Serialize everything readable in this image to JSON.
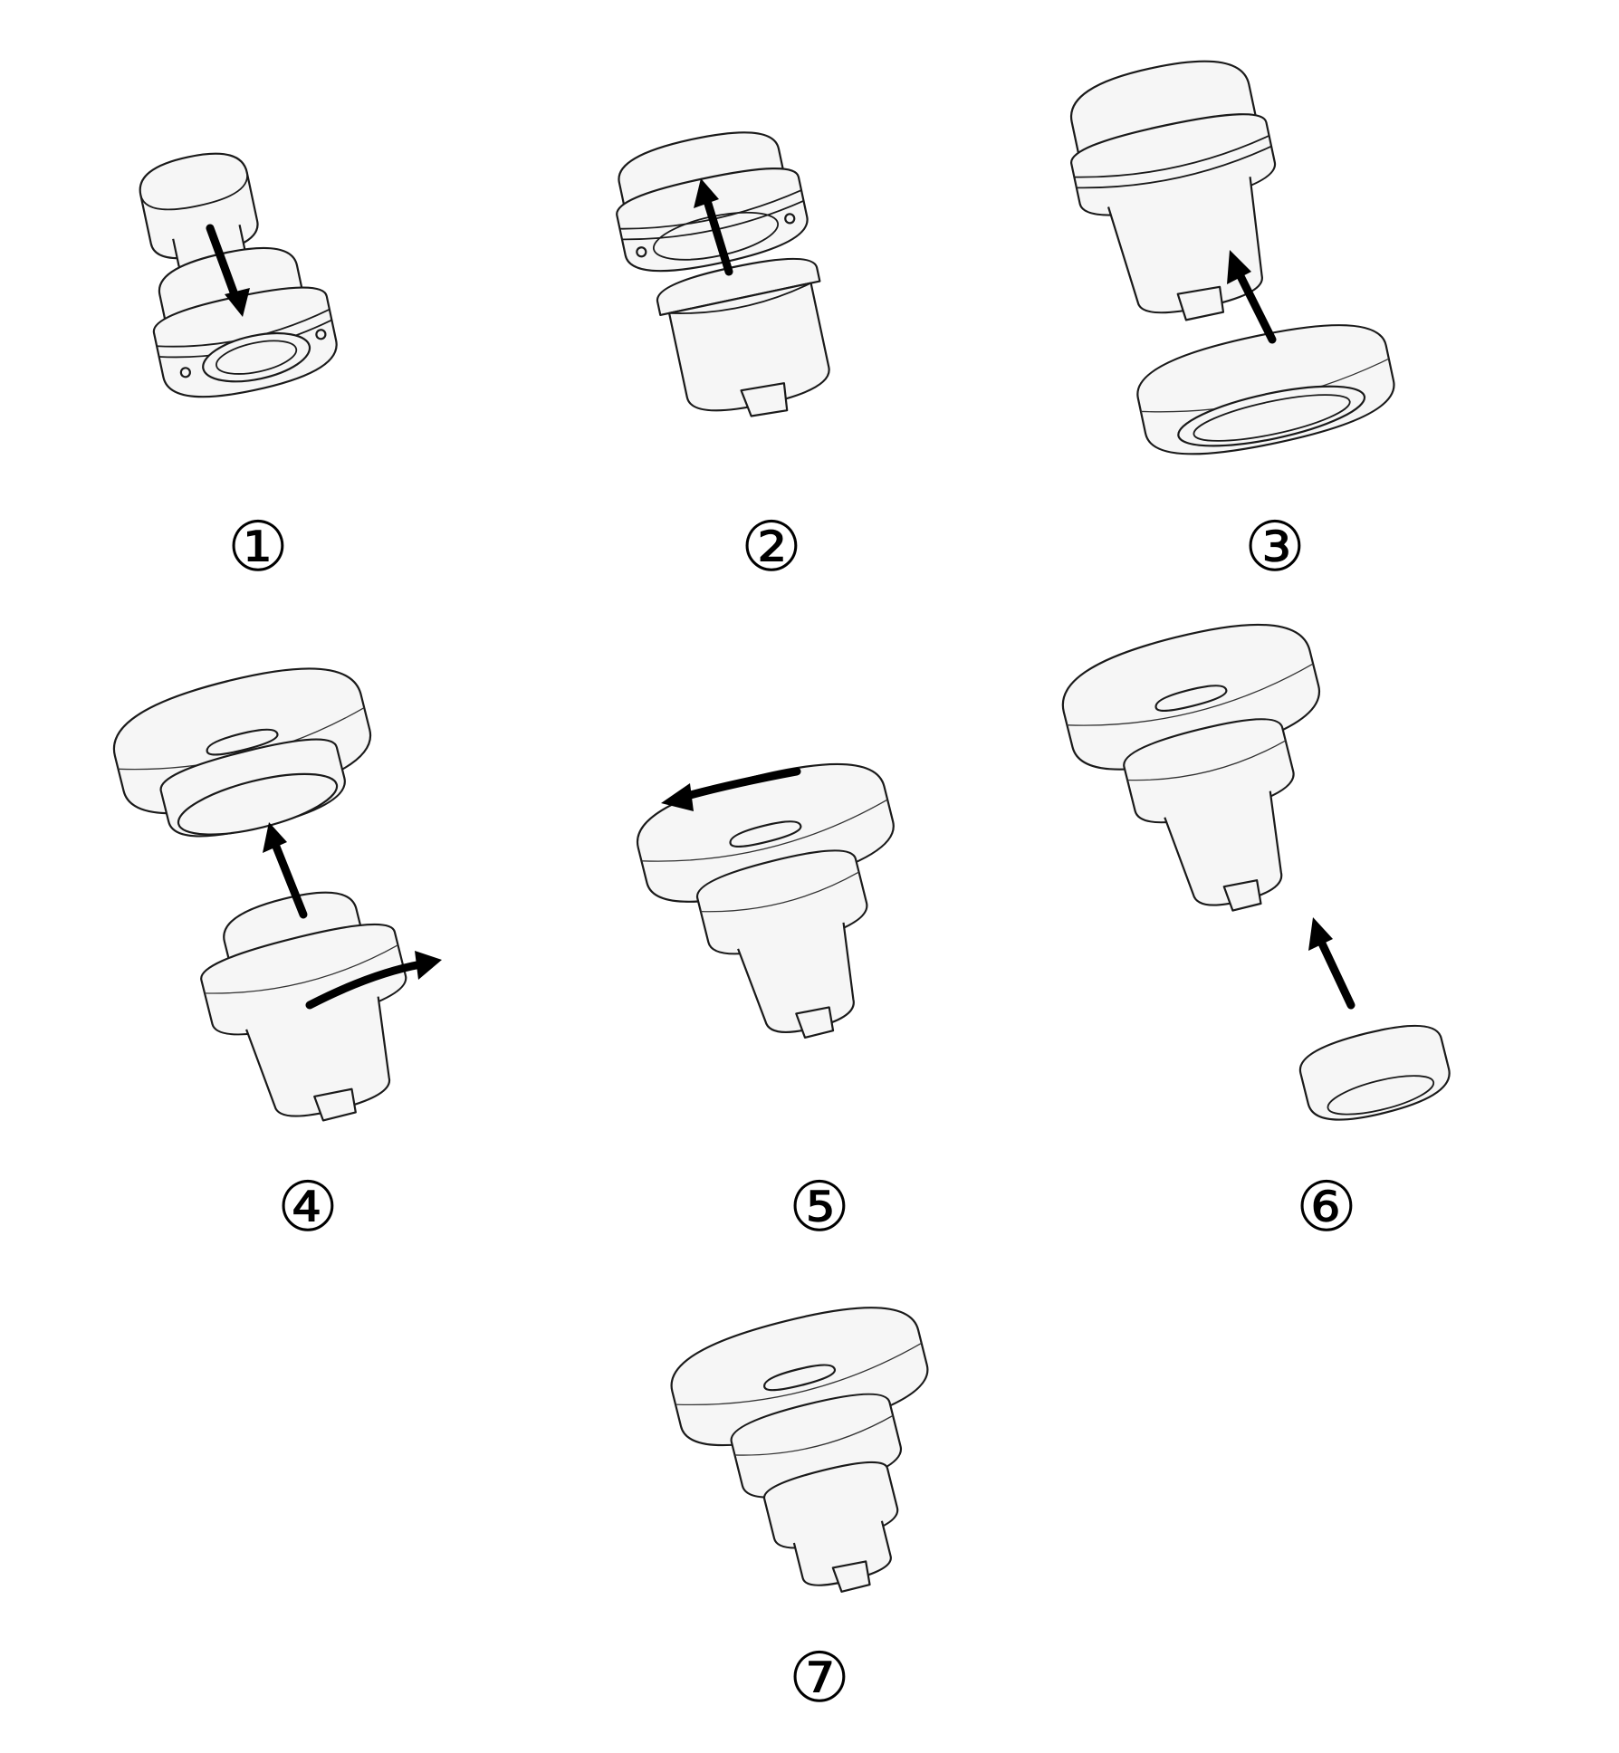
{
  "figure": {
    "steps": [
      {
        "label": "①",
        "arrow": "down",
        "parts": [
          "upper-cylinder",
          "threaded-base"
        ]
      },
      {
        "label": "②",
        "arrow": "up",
        "parts": [
          "threaded-ring",
          "stepped-body"
        ]
      },
      {
        "label": "③",
        "arrow": "up",
        "parts": [
          "threaded-body",
          "knurled-ring"
        ]
      },
      {
        "label": "④",
        "arrow": "up-and-rotate",
        "parts": [
          "knurled-flange",
          "body-with-knurled-ring"
        ]
      },
      {
        "label": "⑤",
        "arrow": "rotate",
        "parts": [
          "assembled-unit"
        ]
      },
      {
        "label": "⑥",
        "arrow": "up",
        "parts": [
          "assembled-unit",
          "end-cap"
        ]
      },
      {
        "label": "⑦",
        "arrow": "none",
        "parts": [
          "final-assembly"
        ]
      }
    ]
  },
  "colors": {
    "line": "#1a1a1a",
    "fill": "#f6f6f6",
    "arrow": "#000000",
    "background": "#ffffff"
  }
}
